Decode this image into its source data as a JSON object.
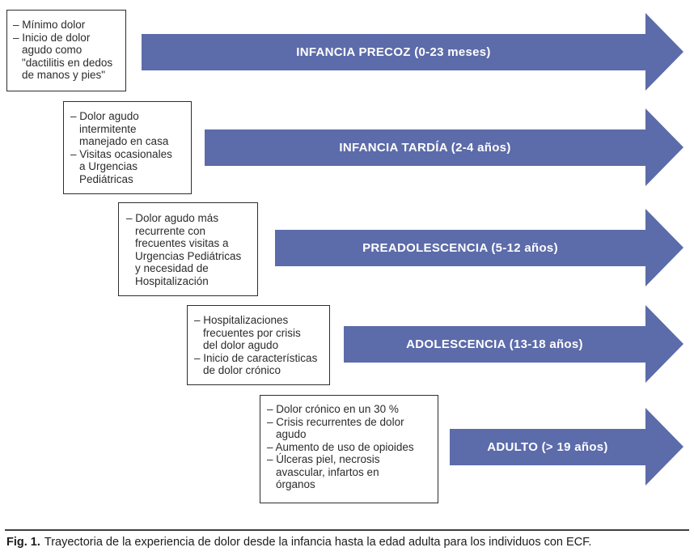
{
  "stages": [
    {
      "arrow_label": "INFANCIA PRECOZ (0-23 meses)",
      "note_lines": [
        "– Mínimo dolor",
        "– Inicio de dolor",
        "agudo como",
        "\"dactilitis en dedos",
        "de manos y pies\""
      ]
    },
    {
      "arrow_label": "INFANCIA TARDÍA (2-4 años)",
      "note_lines": [
        "– Dolor agudo",
        "intermitente",
        "manejado en casa",
        "– Visitas ocasionales",
        "a Urgencias",
        "Pediátricas"
      ]
    },
    {
      "arrow_label": "PREADOLESCENCIA (5-12 años)",
      "note_lines": [
        "– Dolor agudo más",
        "recurrente con",
        "frecuentes visitas a",
        "Urgencias Pediátricas",
        "y necesidad de",
        "Hospitalización"
      ]
    },
    {
      "arrow_label": "ADOLESCENCIA (13-18 años)",
      "note_lines": [
        "– Hospitalizaciones",
        "frecuentes por crisis",
        "del dolor agudo",
        "– Inicio de características",
        "de dolor crónico"
      ]
    },
    {
      "arrow_label": "ADULTO (> 19 años)",
      "note_lines": [
        "– Dolor crónico en un 30 %",
        "– Crisis recurrentes de dolor",
        "agudo",
        "– Aumento de uso de opioides",
        "– Úlceras piel, necrosis",
        "avascular, infartos en",
        "órganos"
      ]
    }
  ],
  "caption": {
    "label": "Fig. 1.",
    "text": "Trayectoria de la experiencia de dolor desde la infancia hasta la edad adulta para los individuos con ECF."
  },
  "colors": {
    "arrow_fill": "#5c6ba9",
    "arrow_text": "#ffffff",
    "box_border": "#2d2d2d",
    "note_text": "#2b2b2b",
    "rule": "#3f3f3f"
  }
}
